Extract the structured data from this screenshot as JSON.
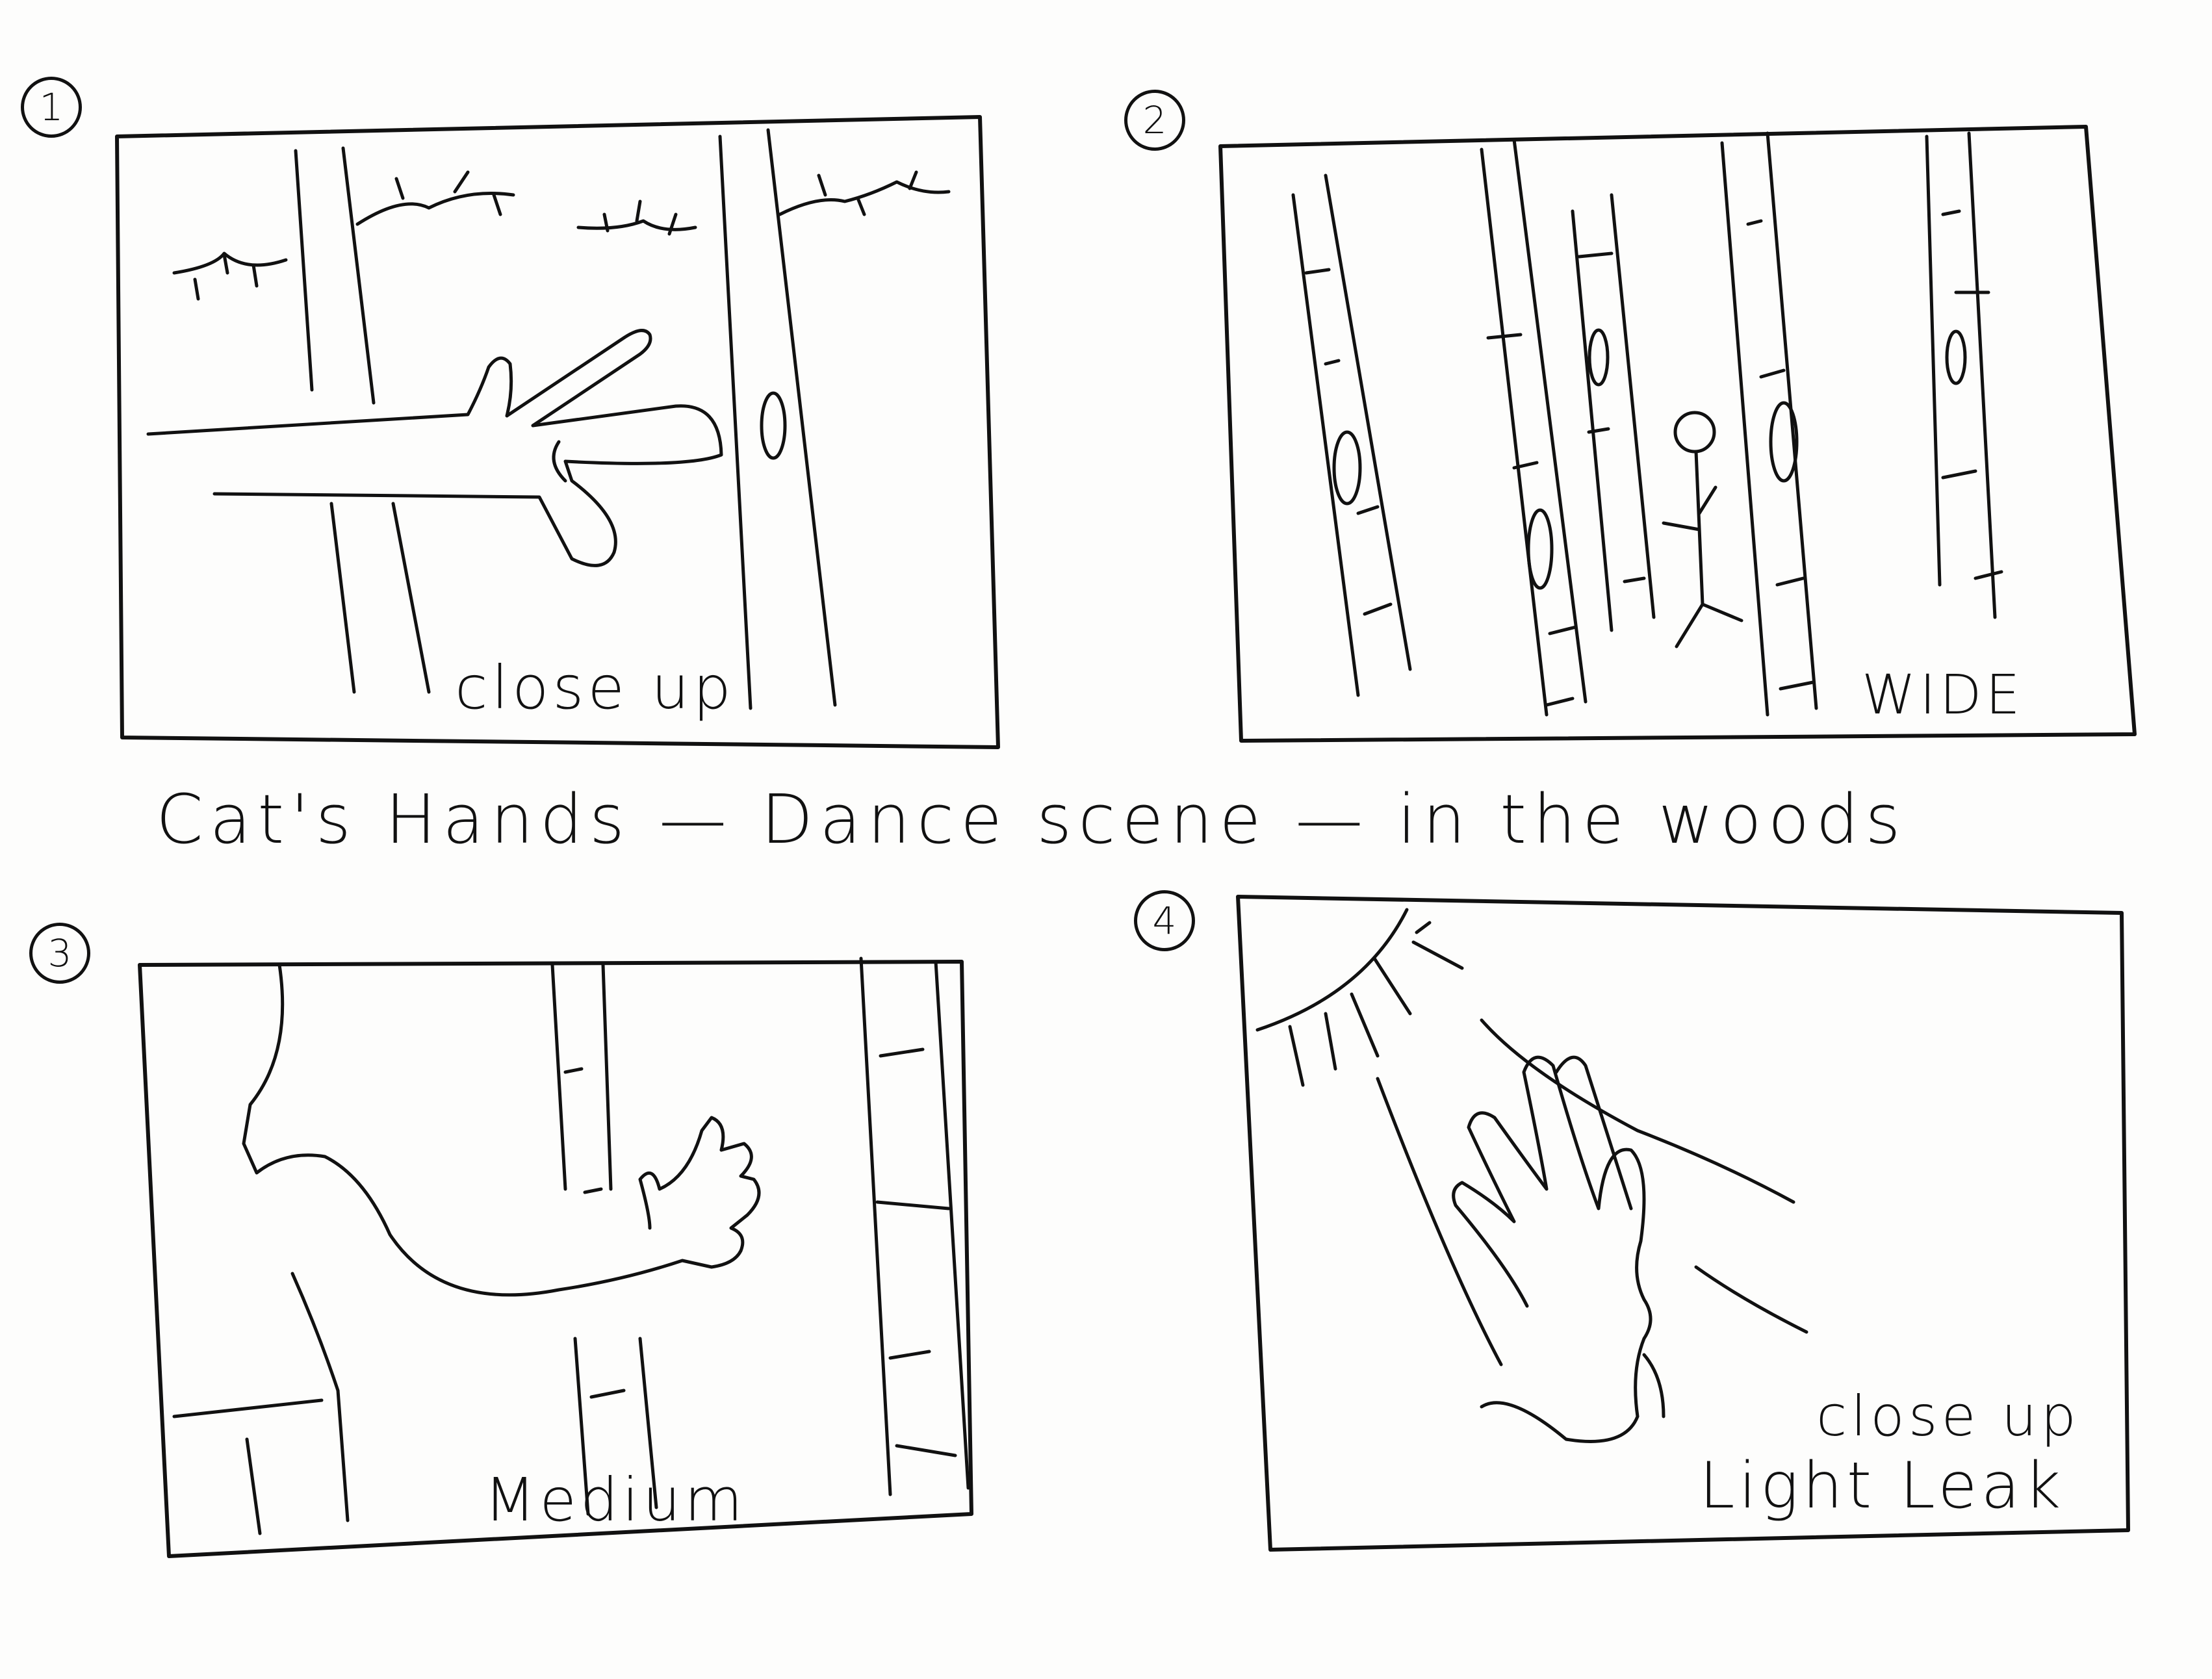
{
  "title": "Cat's Hands — Dance scene — in the woods",
  "panels": [
    {
      "number": "1",
      "shot": "close up"
    },
    {
      "number": "2",
      "shot": "WIDE"
    },
    {
      "number": "3",
      "shot": "Medium"
    },
    {
      "number": "4",
      "shot": "close up",
      "note": "Light Leak"
    }
  ],
  "colors": {
    "ink": "#111111",
    "paper": "#fdfdfc"
  },
  "icons": [
    "tree-trunk-icon",
    "hand-icon",
    "stick-figure-icon",
    "sun-icon"
  ]
}
